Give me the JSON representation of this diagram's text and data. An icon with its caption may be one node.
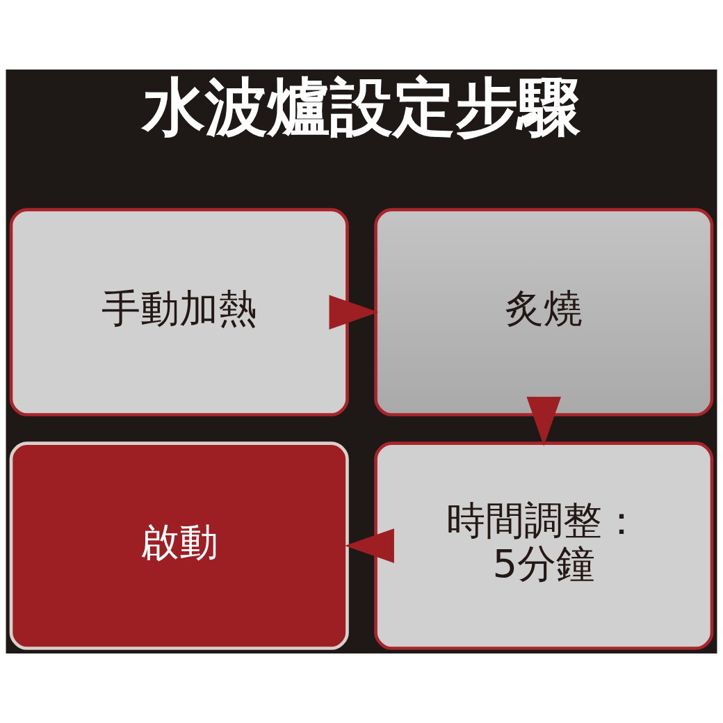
{
  "diagram": {
    "title": "水波爐設定步驟",
    "nodes": [
      {
        "text": [
          "手動加熱"
        ]
      },
      {
        "text": [
          "炙燒"
        ]
      },
      {
        "text": [
          "時間調整：5分鐘"
        ]
      },
      {
        "text": [
          "啟動"
        ]
      }
    ],
    "edges": [
      {
        "from": 0,
        "to": 1,
        "arrow": "to"
      },
      {
        "from": 1,
        "to": 2,
        "arrow": "to"
      },
      {
        "from": 2,
        "to": 3,
        "arrow": "to"
      }
    ]
  }
}
